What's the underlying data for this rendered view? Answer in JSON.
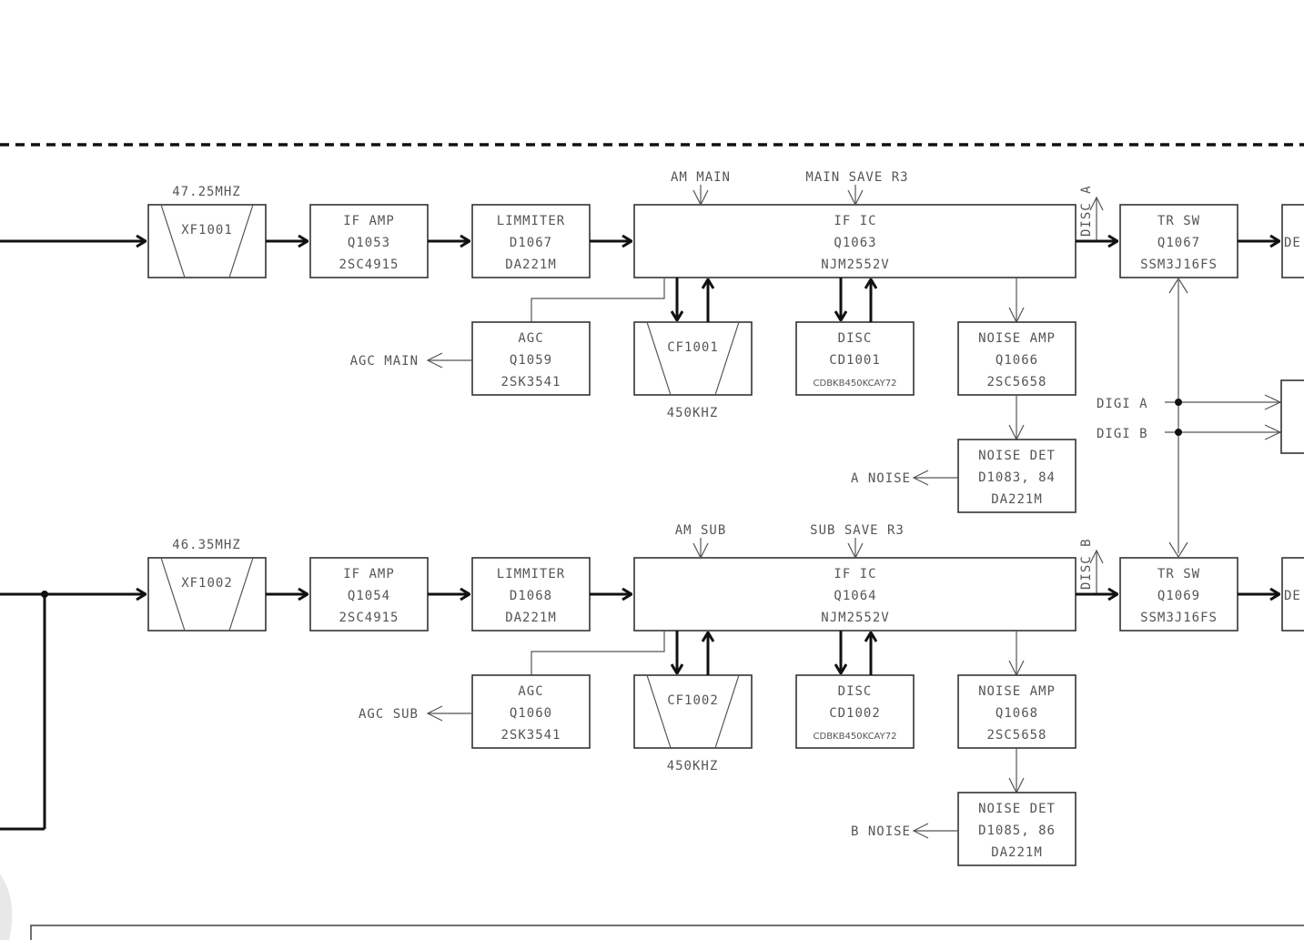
{
  "diagram": {
    "title": "IF section block diagram",
    "channels": [
      {
        "id": "main",
        "xtal_filter": {
          "name": "XF1001",
          "freq": "47.25MHZ"
        },
        "if_amp": {
          "lines": [
            "IF AMP",
            "Q1053",
            "2SC4915"
          ]
        },
        "limiter": {
          "lines": [
            "LIMMITER",
            "D1067",
            "DA221M"
          ]
        },
        "if_ic": {
          "lines": [
            "IF IC",
            "Q1063",
            "NJM2552V"
          ],
          "inputs": [
            "AM MAIN",
            "MAIN SAVE R3"
          ],
          "disc_out": "DISC A"
        },
        "agc": {
          "lines": [
            "AGC",
            "Q1059",
            "2SK3541"
          ],
          "output": "AGC MAIN"
        },
        "ceramic_filter": {
          "name": "CF1001",
          "freq": "450KHZ"
        },
        "disc": {
          "lines": [
            "DISC",
            "CD1001",
            "CDBKB450KCAY72"
          ]
        },
        "noise_amp": {
          "lines": [
            "NOISE AMP",
            "Q1066",
            "2SC5658"
          ]
        },
        "noise_det": {
          "lines": [
            "NOISE DET",
            "D1083, 84",
            "DA221M"
          ],
          "output": "A NOISE"
        },
        "tr_sw": {
          "lines": [
            "TR SW",
            "Q1067",
            "SSM3J16FS"
          ]
        },
        "next_block": "DE"
      },
      {
        "id": "sub",
        "xtal_filter": {
          "name": "XF1002",
          "freq": "46.35MHZ"
        },
        "if_amp": {
          "lines": [
            "IF AMP",
            "Q1054",
            "2SC4915"
          ]
        },
        "limiter": {
          "lines": [
            "LIMMITER",
            "D1068",
            "DA221M"
          ]
        },
        "if_ic": {
          "lines": [
            "IF IC",
            "Q1064",
            "NJM2552V"
          ],
          "inputs": [
            "AM SUB",
            "SUB SAVE R3"
          ],
          "disc_out": "DISC B"
        },
        "agc": {
          "lines": [
            "AGC",
            "Q1060",
            "2SK3541"
          ],
          "output": "AGC SUB"
        },
        "ceramic_filter": {
          "name": "CF1002",
          "freq": "450KHZ"
        },
        "disc": {
          "lines": [
            "DISC",
            "CD1002",
            "CDBKB450KCAY72"
          ]
        },
        "noise_amp": {
          "lines": [
            "NOISE AMP",
            "Q1068",
            "2SC5658"
          ]
        },
        "noise_det": {
          "lines": [
            "NOISE DET",
            "D1085, 86",
            "DA221M"
          ],
          "output": "B NOISE"
        },
        "tr_sw": {
          "lines": [
            "TR SW",
            "Q1069",
            "SSM3J16FS"
          ]
        },
        "next_block": "DE"
      }
    ],
    "control_signals": [
      "DIGI A",
      "DIGI B"
    ]
  }
}
